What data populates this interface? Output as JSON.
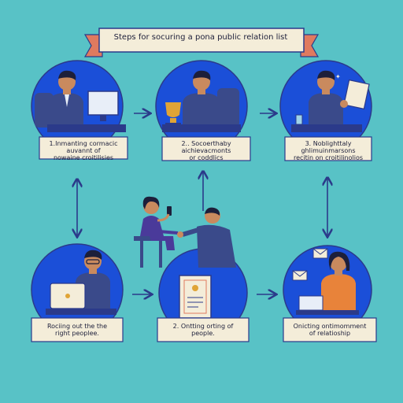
{
  "banner": {
    "title": "Steps for socuring a pona public relation list"
  },
  "steps": [
    {
      "id": "step1",
      "line1": "1.Inmanting cormacic",
      "line2": "auvannt of",
      "line3": "nowaine croitilisies"
    },
    {
      "id": "step2",
      "line1": "2.. Socoerthaby",
      "line2": "aichievacmonts",
      "line3": "or coddlics"
    },
    {
      "id": "step3",
      "line1": "3. Noblighttaly",
      "line2": "ghlimuinmarsons",
      "line3": "recitin on croitilinolios"
    },
    {
      "id": "step4",
      "line1": "Rociing out the the",
      "line2": "right peoplee.",
      "line3": ""
    },
    {
      "id": "step5",
      "line1": "2. Ontting orting of",
      "line2": "people.",
      "line3": ""
    },
    {
      "id": "step6",
      "line1": "Onicting ontimomment",
      "line2": "of relatioship",
      "line3": ""
    }
  ],
  "colors": {
    "background": "#58c2c6",
    "circle": "#1b4fd8",
    "suit": "#3a4a8a",
    "skin": "#c98a5e",
    "label_bg": "#f4edd9",
    "banner_bg": "#f4edd9",
    "ribbon": "#e07a5f",
    "arrow": "#2b3a8a"
  }
}
